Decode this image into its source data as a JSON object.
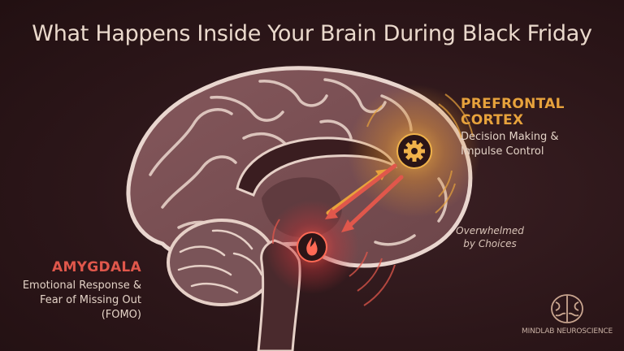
{
  "title": "What Happens Inside Your Brain During Black Friday",
  "prefrontal": {
    "title_line1": "PREFRONTAL",
    "title_line2": "CORTEX",
    "desc_line1": "Decision Making &",
    "desc_line2": "Impulse Control",
    "icon": "gear-icon"
  },
  "amygdala": {
    "title": "AMYGDALA",
    "desc_line1": "Emotional Response &",
    "desc_line2": "Fear of Missing Out (FOMO)",
    "icon": "flame-icon"
  },
  "annotation": {
    "line1": "Overwhelmed",
    "line2": "by Choices"
  },
  "brand": {
    "name": "MINDLAB NEUROSCIENCE",
    "icon": "brain-logo-icon"
  },
  "colors": {
    "background": "#2c1619",
    "brain": "#7a5458",
    "prefrontal_accent": "#e7a23c",
    "amygdala_accent": "#e0574b",
    "text": "#e3d2c6"
  }
}
